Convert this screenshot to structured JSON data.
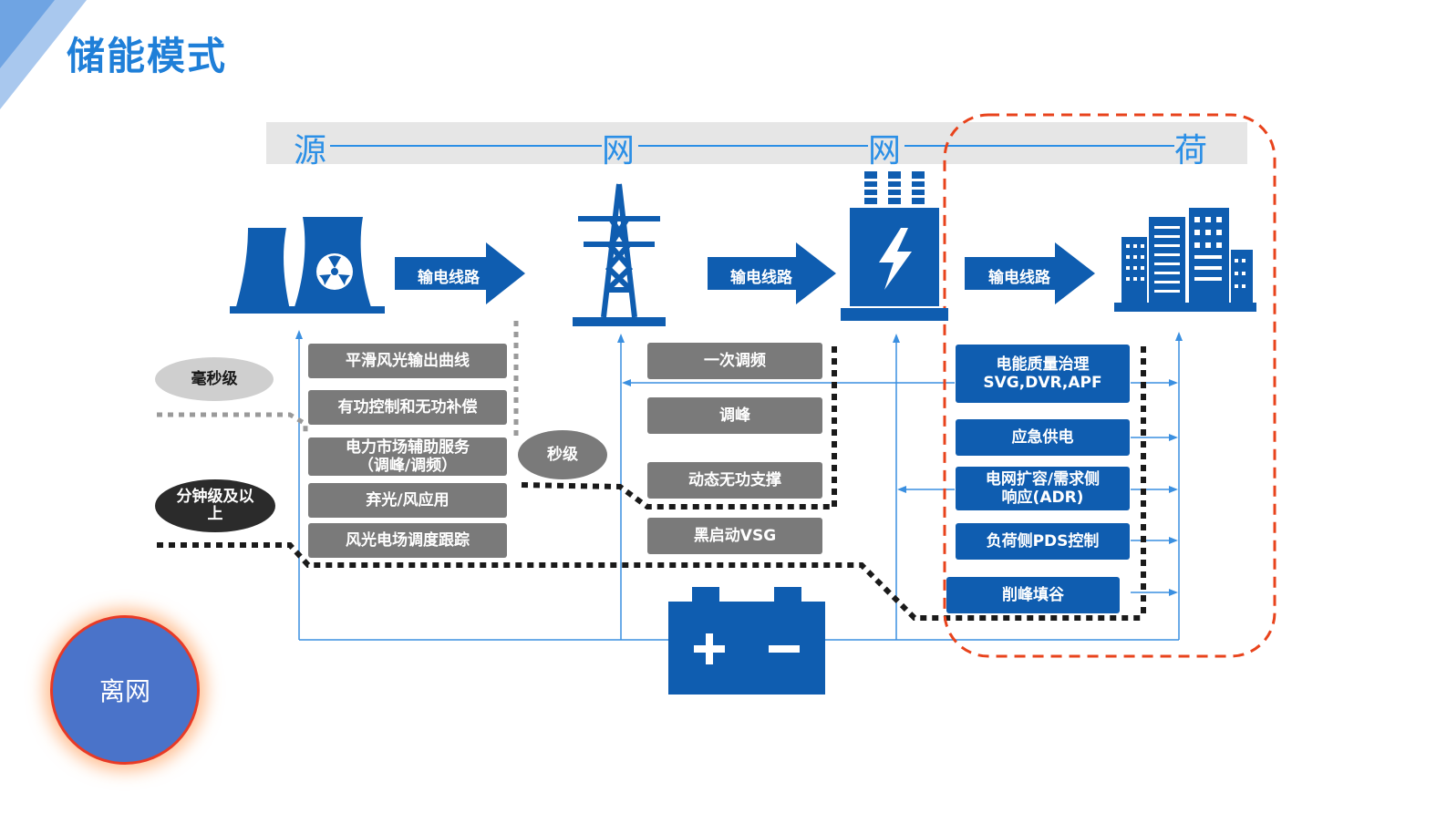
{
  "title": "储能模式",
  "chain": [
    "源",
    "网",
    "网",
    "荷"
  ],
  "transmission_label": "输电线路",
  "timescales": {
    "millisecond": "毫秒级",
    "second": "秒级",
    "minute": "分钟级及以上"
  },
  "source_services": [
    "平滑风光输出曲线",
    "有功控制和无功补偿",
    "电力市场辅助服务（调峰/调频）",
    "弃光/风应用",
    "风光电场调度跟踪"
  ],
  "grid_services": [
    "一次调频",
    "调峰",
    "动态无功支撑",
    "黑启动VSG"
  ],
  "load_services": [
    "电能质量治理SVG,DVR,APF",
    "应急供电",
    "电网扩容/需求侧响应(ADR)",
    "负荷侧PDS控制",
    "削峰填谷"
  ],
  "mode_badge": "离网",
  "colors": {
    "primary_blue": "#0f5db0",
    "title_blue": "#1f7fd8",
    "gray_box": "#7a7a7a",
    "highlight_dash": "#e8431c"
  },
  "icons": [
    "nuclear-plant-icon",
    "transmission-tower-icon",
    "transformer-icon",
    "city-buildings-icon",
    "battery-icon"
  ]
}
